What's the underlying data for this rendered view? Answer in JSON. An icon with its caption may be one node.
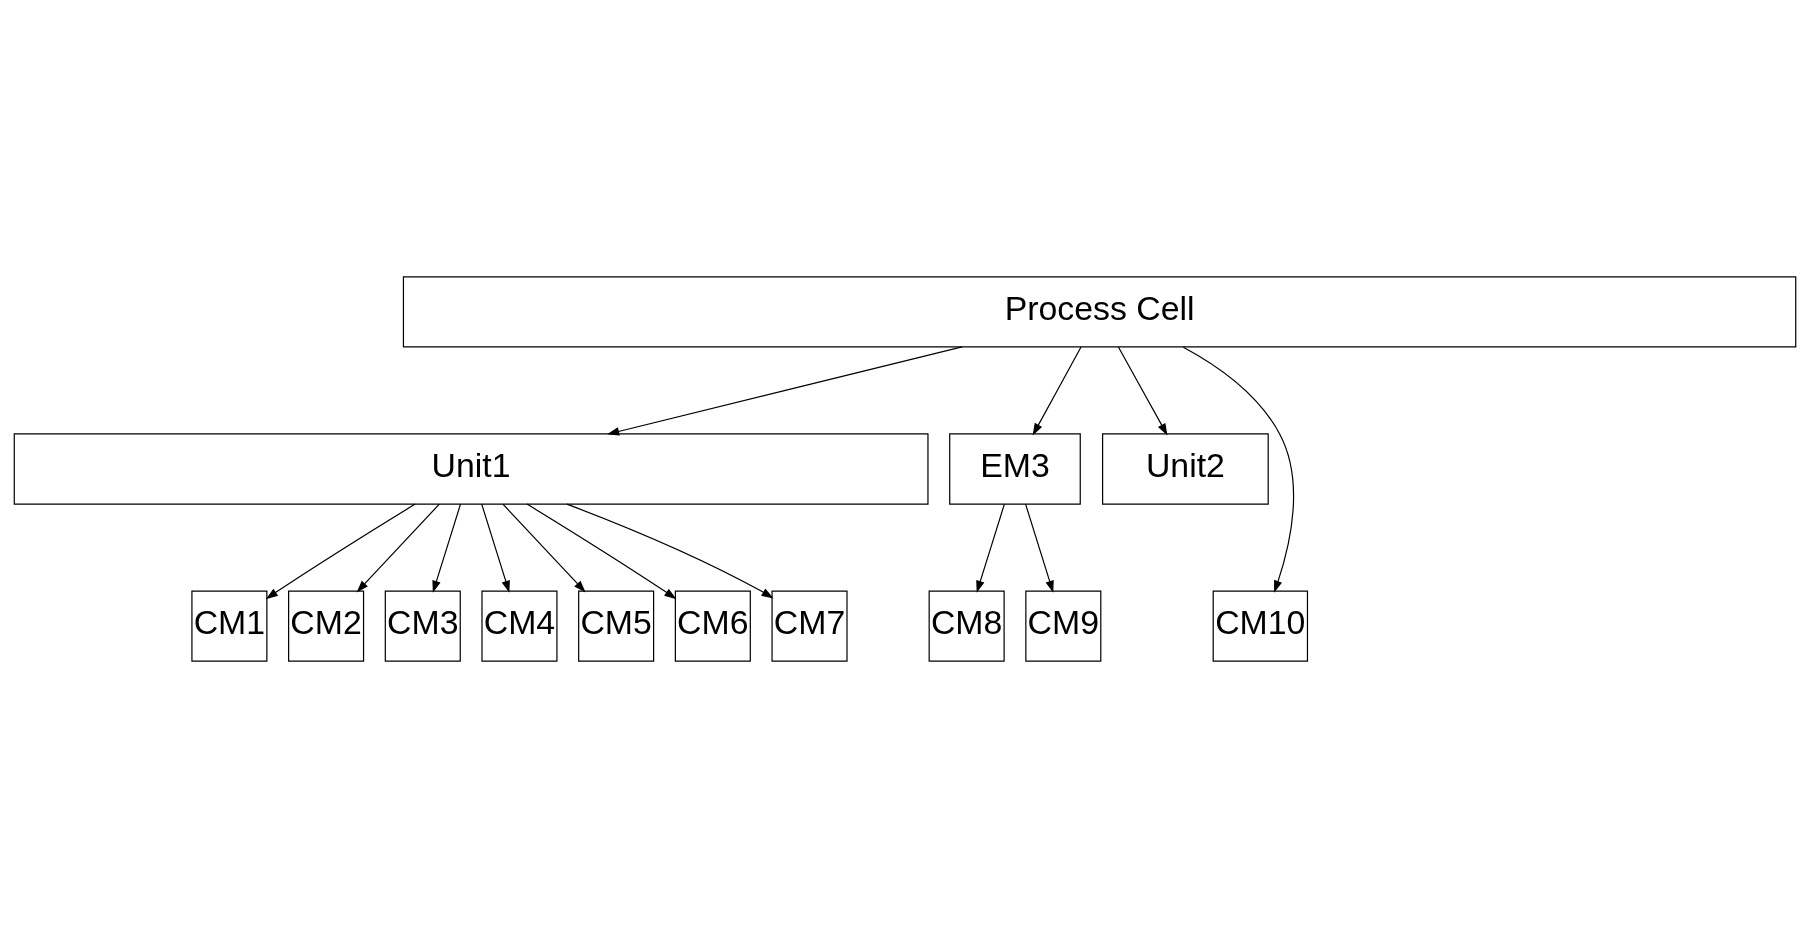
{
  "diagram": {
    "nodes": [
      {
        "text": [
          "Process Cell"
        ]
      },
      {
        "text": [
          "Unit1"
        ]
      },
      {
        "text": [
          "EM3"
        ]
      },
      {
        "text": [
          "Unit2"
        ]
      },
      {
        "text": [
          "CM1"
        ]
      },
      {
        "text": [
          "CM2"
        ]
      },
      {
        "text": [
          "CM3"
        ]
      },
      {
        "text": [
          "CM4"
        ]
      },
      {
        "text": [
          "CM5"
        ]
      },
      {
        "text": [
          "CM6"
        ]
      },
      {
        "text": [
          "CM7"
        ]
      },
      {
        "text": [
          "CM8"
        ]
      },
      {
        "text": [
          "CM9"
        ]
      },
      {
        "text": [
          "CM10"
        ]
      }
    ],
    "edges": [
      {
        "from": 0,
        "to": 1,
        "arrow": "to"
      },
      {
        "from": 0,
        "to": 2,
        "arrow": "to"
      },
      {
        "from": 0,
        "to": 3,
        "arrow": "to"
      },
      {
        "from": 0,
        "to": 13,
        "arrow": "to"
      },
      {
        "from": 1,
        "to": 4,
        "arrow": "to"
      },
      {
        "from": 1,
        "to": 5,
        "arrow": "to"
      },
      {
        "from": 1,
        "to": 6,
        "arrow": "to"
      },
      {
        "from": 1,
        "to": 7,
        "arrow": "to"
      },
      {
        "from": 1,
        "to": 8,
        "arrow": "to"
      },
      {
        "from": 1,
        "to": 9,
        "arrow": "to"
      },
      {
        "from": 1,
        "to": 10,
        "arrow": "to"
      },
      {
        "from": 2,
        "to": 11,
        "arrow": "to"
      },
      {
        "from": 2,
        "to": 12,
        "arrow": "to"
      }
    ]
  }
}
